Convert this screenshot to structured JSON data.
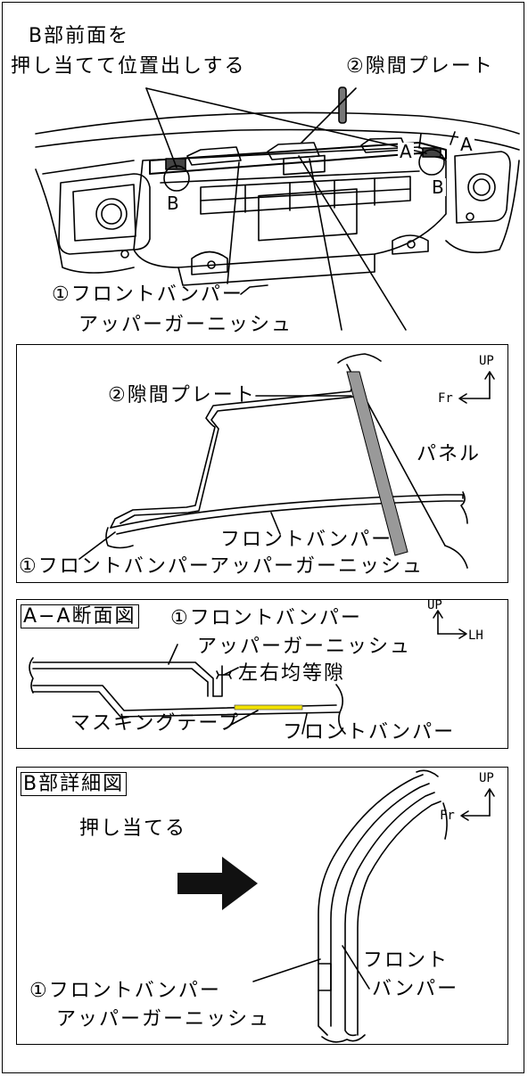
{
  "top": {
    "label_b_front_1": "B部前面を",
    "label_b_front_2": "押し当てて位置出しする",
    "label_gap_plate": "②隙間プレート",
    "label_garnish_1": "①フロントバンパー",
    "label_garnish_2": "アッパーガーニッシュ",
    "letter_a": "A",
    "letter_b": "B"
  },
  "side_view": {
    "gap_plate": "②隙間プレート",
    "panel": "パネル",
    "front_bumper": "フロントバンパー",
    "garnish": "①フロントバンパーアッパーガーニッシュ",
    "dir_up": "UP",
    "dir_fr": "Fr"
  },
  "section_aa": {
    "title": "A−A断面図",
    "garnish_1": "①フロントバンパー",
    "garnish_2": "アッパーガーニッシュ",
    "equal_gap": "左右均等隙",
    "masking_tape": "マスキングテープ",
    "front_bumper": "フロントバンパー",
    "dir_up": "UP",
    "dir_lh": "LH",
    "tape_color": "#f2e200"
  },
  "detail_b": {
    "title": "B部詳細図",
    "push": "押し当てる",
    "front_bumper_1": "フロント",
    "front_bumper_2": "バンパー",
    "garnish_1": "①フロントバンパー",
    "garnish_2": "アッパーガーニッシュ",
    "dir_up": "UP",
    "dir_fr": "Fr"
  }
}
